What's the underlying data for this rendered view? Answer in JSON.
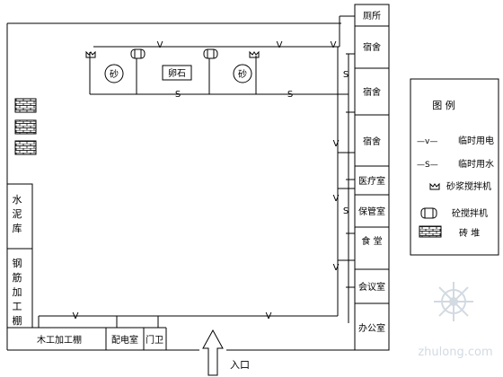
{
  "rooms": {
    "toilet": "厕所",
    "dorm1": "宿舍",
    "dorm2": "宿舍",
    "dorm3": "宿舍",
    "clinic": "医疗室",
    "custody": "保管室",
    "canteen": "食 堂",
    "meeting": "会议室",
    "office": "办公室",
    "cement": [
      "水",
      "泥",
      "库"
    ],
    "rebar": [
      "钢",
      "筋",
      "加",
      "工",
      "棚"
    ],
    "carpentry": "木工加工棚",
    "power": "配电室",
    "gate": "门卫",
    "quarry": "卵石",
    "sand_left": "砂",
    "sand_right": "砂"
  },
  "pipe_labels": {
    "v_top1": "V",
    "v_top2": "V",
    "v_top3": "V",
    "s_bot1": "S",
    "s_bot2": "S",
    "s_right1": "S",
    "v_right1": "V",
    "v_right2": "V",
    "s_right2": "S",
    "v_right3": "V",
    "v_bottom1": "V",
    "v_bottom2": "V"
  },
  "entrance": "入口",
  "legend": {
    "title": "图 例",
    "items": [
      {
        "symbol": "—v—",
        "label": "临时用电"
      },
      {
        "symbol": "—S—",
        "label": "临时用水"
      },
      {
        "symbol": "",
        "label": "砂浆搅拌机"
      },
      {
        "symbol": "",
        "label": "砼搅拌机"
      },
      {
        "symbol": "",
        "label": "砖 堆"
      }
    ]
  },
  "watermark": "zhulong.com"
}
